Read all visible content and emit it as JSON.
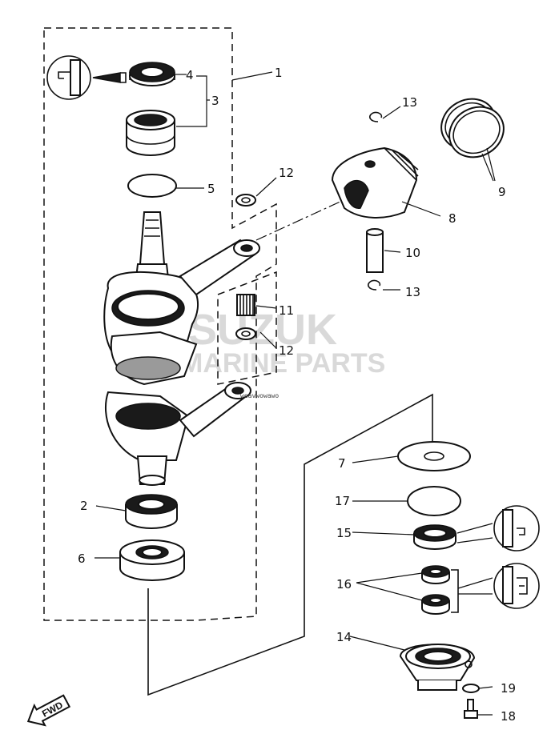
{
  "watermark": {
    "line1": "SUZUK",
    "line2": "MARINE PARTS"
  },
  "direction_label": "FWD",
  "stamp_text": "weavwowawo",
  "callouts": [
    "1",
    "2",
    "3",
    "4",
    "5",
    "6",
    "7",
    "8",
    "9",
    "10",
    "11",
    "12",
    "12",
    "13",
    "13",
    "14",
    "15",
    "16",
    "17",
    "18",
    "19"
  ]
}
